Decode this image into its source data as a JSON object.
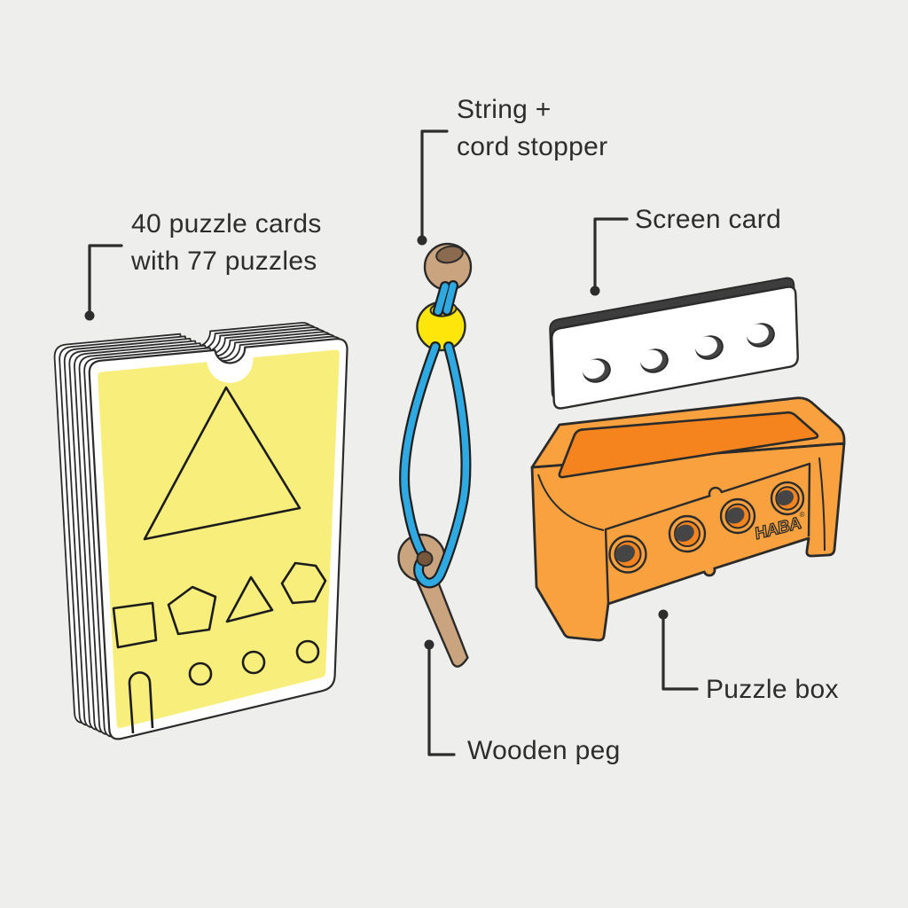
{
  "callouts": {
    "puzzle_cards": {
      "line1": "40 puzzle cards",
      "line2": "with 77 puzzles"
    },
    "string_stopper": {
      "line1": "String +",
      "line2": "cord stopper"
    },
    "screen_card": {
      "label": "Screen card"
    },
    "puzzle_box": {
      "label": "Puzzle box"
    },
    "wooden_peg": {
      "label": "Wooden peg"
    }
  },
  "brand": {
    "logo_text": "HABA",
    "registered_mark": "®"
  },
  "colors": {
    "background": "#eeeeec",
    "outline": "#2b2b2b",
    "label_text": "#2d2d2d",
    "card_yellow": "#f8ee7b",
    "card_white": "#ffffff",
    "box_orange": "#f9a13e",
    "box_orange_dark": "#f5841f",
    "hole_dark": "#454545",
    "cord_blue": "#2fa9e1",
    "stopper_yellow": "#ffe60a",
    "wood_tan": "#c9a47f",
    "wood_dark": "#8a6b50",
    "screen_edge": "#3d3d3d"
  }
}
